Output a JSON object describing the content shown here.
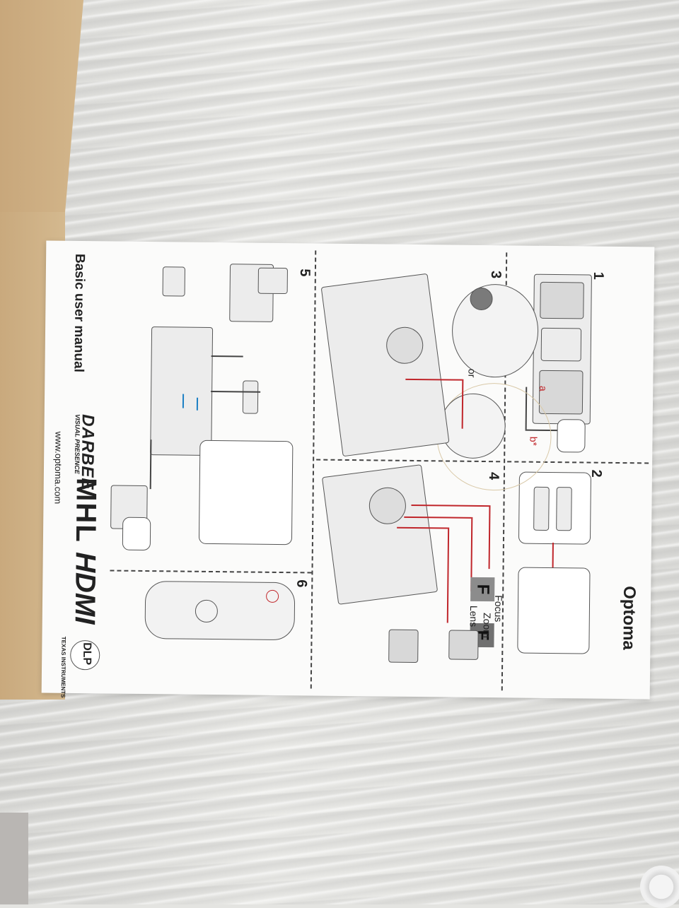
{
  "brand": "Optoma",
  "manual": {
    "title": "Basic user manual",
    "url": "www.optoma.com"
  },
  "steps": {
    "s1": "1",
    "s2": "2",
    "s3": "3",
    "s4": "4",
    "s5": "5",
    "s6": "6"
  },
  "labels": {
    "a": "a",
    "b": "b*",
    "or": "or",
    "focus": "Focus",
    "zoom": "Zoom",
    "lens_shift": "Lens Shift",
    "f1": "F",
    "f2": "F"
  },
  "logos": {
    "darbee": "DARBEE",
    "darbee_sub": "VISUAL PRESENCE",
    "mhl": "MHL",
    "hdmi": "HDMI",
    "dlp": "DLP",
    "ti": "TEXAS INSTRUMENTS"
  },
  "colors": {
    "accent_red": "#c0262b",
    "cable_blue": "#1b7fc4",
    "paper": "#fbfbfa"
  }
}
